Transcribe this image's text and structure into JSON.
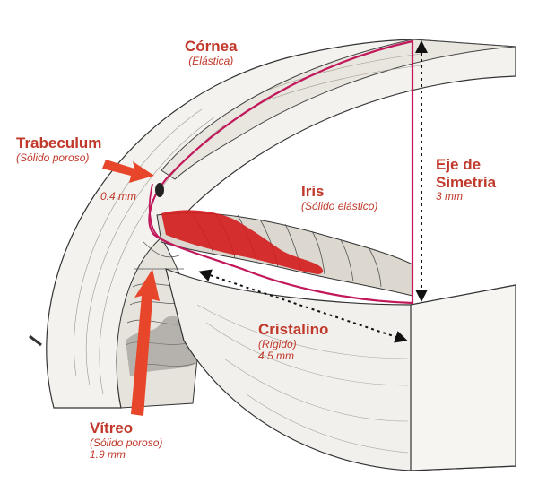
{
  "labels": {
    "cornea": {
      "name": "Córnea",
      "sub": "(Elástica)"
    },
    "trabeculum": {
      "name": "Trabeculum",
      "sub": "(Sólido poroso)",
      "dim": "0.4 mm"
    },
    "iris": {
      "name": "Iris",
      "sub": "(Sólido elástico)"
    },
    "eje": {
      "name1": "Eje de",
      "name2": "Simetría",
      "dim": "3 mm"
    },
    "cristalino": {
      "name": "Cristalino",
      "sub": "(Rígido)",
      "dim": "4.5 mm"
    },
    "vitreo": {
      "name": "Vítreo",
      "sub": "(Sólido poroso)",
      "dim": "1.9 mm"
    }
  },
  "colors": {
    "label": "#c0392b",
    "outline": "#c2185b",
    "iris_fill": "#d21f1f",
    "arrow_fill": "#e8462a",
    "tissue_line": "#2b2b2b"
  },
  "icons": [
    "arrow-trabeculum-icon",
    "arrow-vitreo-icon",
    "dimension-arrow-icon"
  ]
}
